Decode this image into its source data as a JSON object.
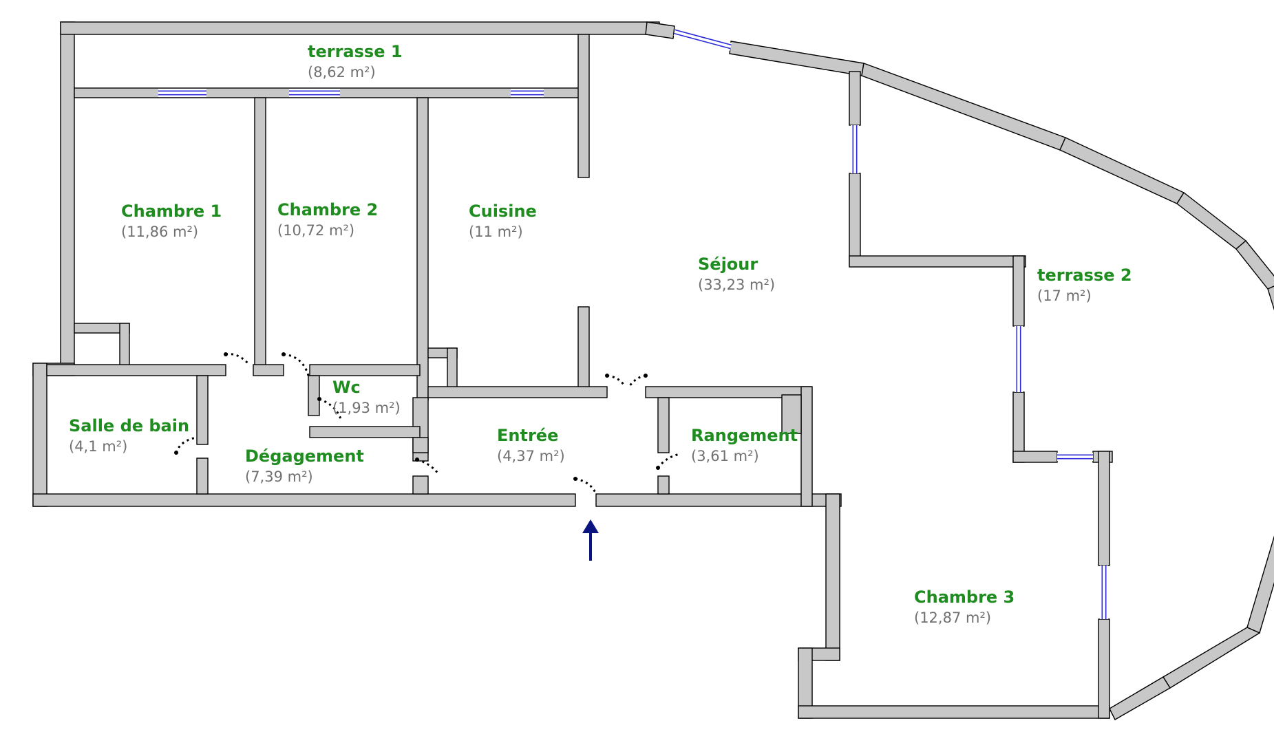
{
  "colors": {
    "wall_fill": "#c8c8c8",
    "wall_stroke": "#000000",
    "window": "#2a2ad8",
    "label": "#1f8c1f",
    "area": "#707070",
    "arrow": "#0a1480"
  },
  "rooms": [
    {
      "id": "terrasse-1",
      "name": "terrasse 1",
      "area": "(8,62 m²)"
    },
    {
      "id": "chambre-1",
      "name": "Chambre 1",
      "area": "(11,86 m²)"
    },
    {
      "id": "chambre-2",
      "name": "Chambre 2",
      "area": "(10,72 m²)"
    },
    {
      "id": "cuisine",
      "name": "Cuisine",
      "area": "(11 m²)"
    },
    {
      "id": "sejour",
      "name": "Séjour",
      "area": "(33,23 m²)"
    },
    {
      "id": "terrasse-2",
      "name": "terrasse 2",
      "area": "(17 m²)"
    },
    {
      "id": "wc",
      "name": "Wc",
      "area": "(1,93 m²)"
    },
    {
      "id": "salle-de-bain",
      "name": "Salle de bain",
      "area": "(4,1 m²)"
    },
    {
      "id": "degagement",
      "name": "Dégagement",
      "area": "(7,39 m²)"
    },
    {
      "id": "entree",
      "name": "Entrée",
      "area": "(4,37 m²)"
    },
    {
      "id": "rangement",
      "name": "Rangement",
      "area": "(3,61 m²)"
    },
    {
      "id": "chambre-3",
      "name": "Chambre 3",
      "area": "(12,87 m²)"
    }
  ],
  "entrance_marker": "entrance-arrow-icon"
}
